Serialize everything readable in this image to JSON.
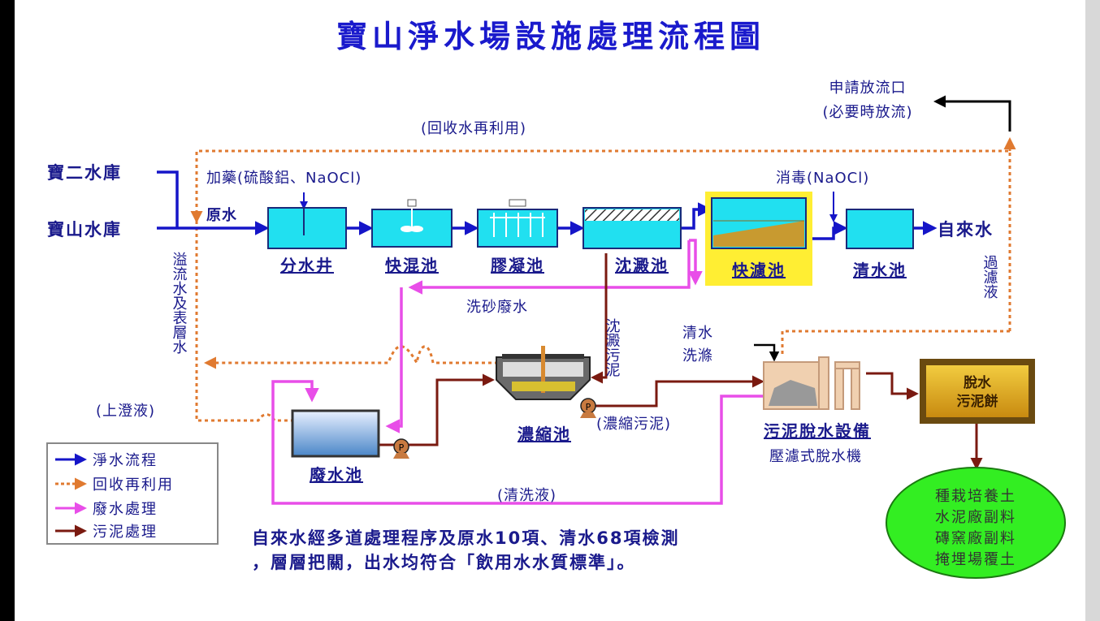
{
  "title": "寶山淨水場設施處理流程圖",
  "sources": {
    "s1": "寶二水庫",
    "s2": "寶山水庫"
  },
  "labels": {
    "raw_water": "原水",
    "dosing": "加藥(硫酸鋁、NaOCl)",
    "disinfect": "消毒(NaOCl)",
    "tap_water": "自來水",
    "recycle": "(回收水再利用)",
    "outfall_1": "申請放流口",
    "outfall_2": "(必要時放流)",
    "sand_wash": "洗砂廢水",
    "sediment_sludge": "沈澱污泥",
    "clear_wash_1": "清水",
    "clear_wash_2": "洗滌",
    "overflow": "溢流水及表層水",
    "supernatant": "(上澄液)",
    "filtrate": "過濾液",
    "thick_sludge": "(濃縮污泥)",
    "wash_liquid": "(清洗液)",
    "belt_press": "壓濾式脫水機"
  },
  "units": {
    "split_well": "分水井",
    "rapid_mix": "快混池",
    "flocculation": "膠凝池",
    "sedimentation": "沈澱池",
    "filter": "快濾池",
    "clear_well": "清水池",
    "waste_pool": "廢水池",
    "thickener": "濃縮池",
    "dewater": "污泥脫水設備",
    "sludge_cake_1": "脫水",
    "sludge_cake_2": "污泥餅"
  },
  "reuse": [
    "種栽培養土",
    "水泥廠副料",
    "磚窯廠副料",
    "掩埋場覆土"
  ],
  "legend": [
    "淨水流程",
    "回收再利用",
    "廢水處理",
    "污泥處理"
  ],
  "footnote": [
    "自來水經多道處理程序及原水10項、清水68項檢測",
    "，層層把關，出水均符合「飲用水水質標準」。"
  ],
  "colors": {
    "water": "#1515c8",
    "recycle": "#e07a30",
    "waste": "#e84ee8",
    "sludge": "#7a1a10",
    "tank": "#21e0f0"
  }
}
